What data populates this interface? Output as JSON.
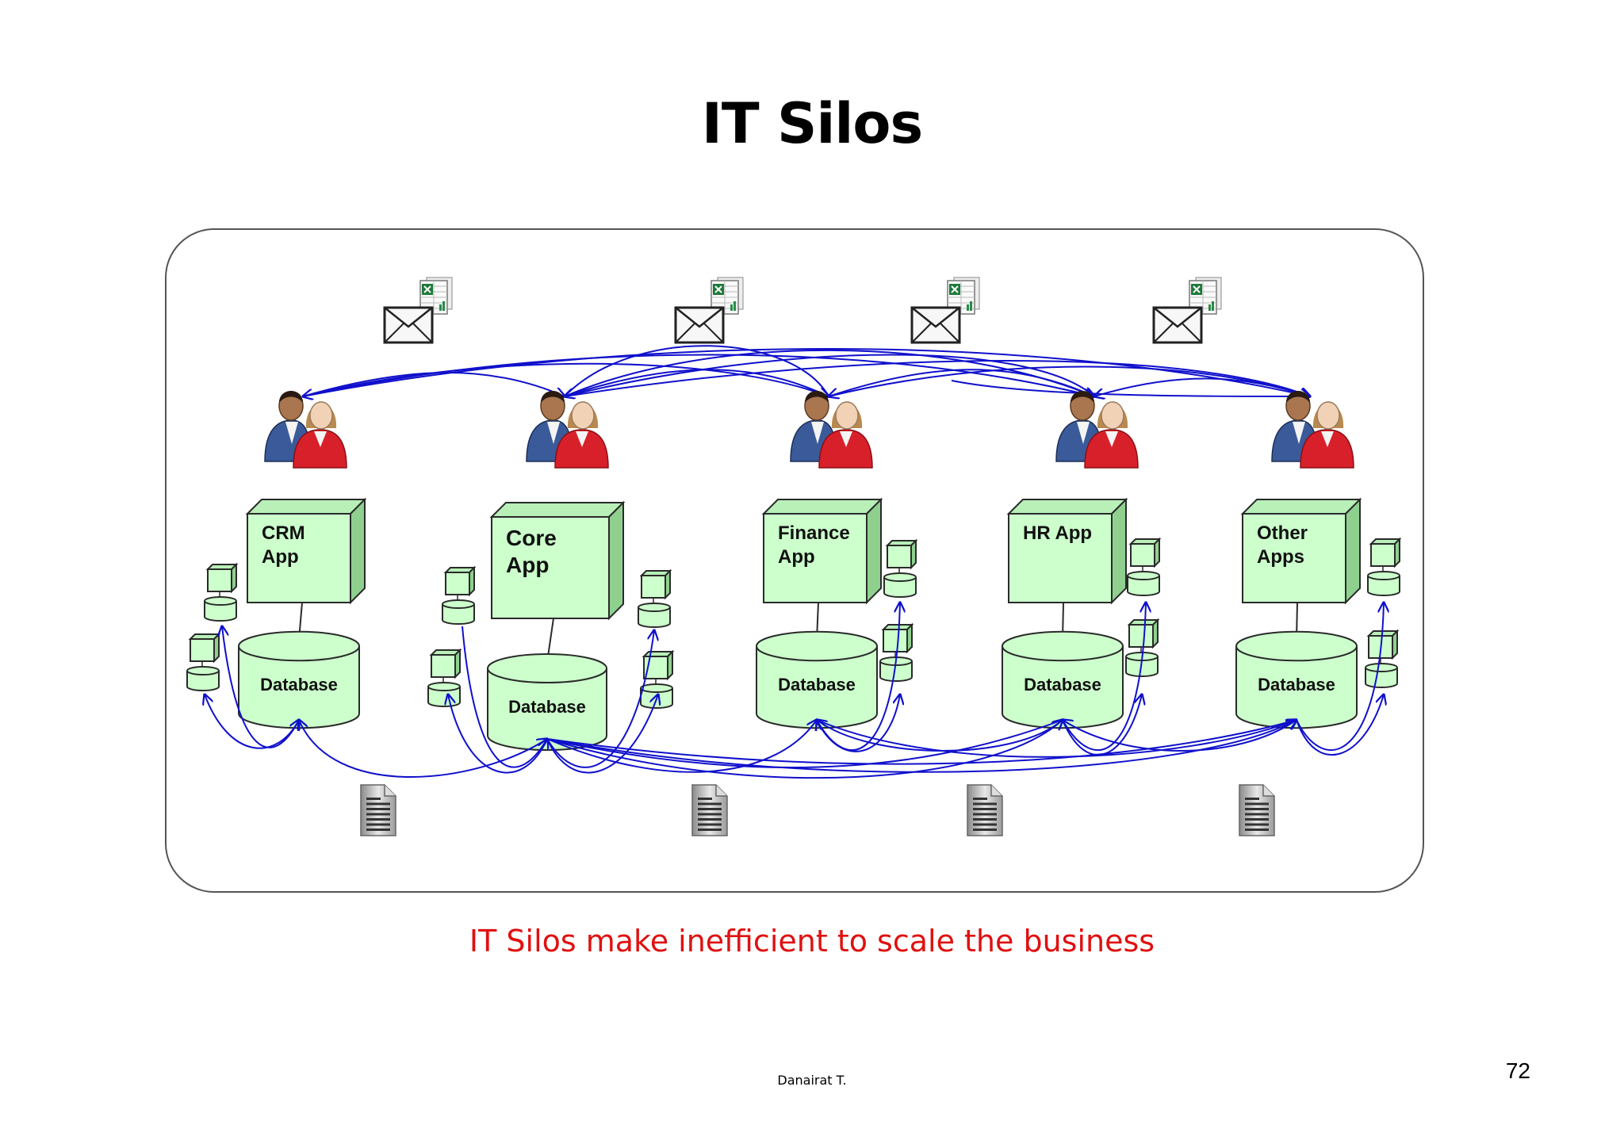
{
  "title": "IT Silos",
  "subtitle": "IT Silos make inefficient to scale the business",
  "author": "Danairat T.",
  "page_number": "72",
  "colors": {
    "box_fill": "#ccffcc",
    "box_stroke": "#2a2a2a",
    "arrow": "#1010cc",
    "subtitle": "#e01010",
    "frame": "#555555"
  },
  "silos": [
    {
      "app_line1": "CRM",
      "app_line2": "App",
      "database": "Database"
    },
    {
      "app_line1": "Core",
      "app_line2": "App",
      "database": "Database"
    },
    {
      "app_line1": "Finance",
      "app_line2": "App",
      "database": "Database"
    },
    {
      "app_line1": "HR App",
      "app_line2": "",
      "database": "Database"
    },
    {
      "app_line1": "Other",
      "app_line2": "Apps",
      "database": "Database"
    }
  ],
  "icons": {
    "email": "envelope-icon",
    "spreadsheet": "excel-spreadsheet-icon",
    "users": "users-icon",
    "document": "document-icon"
  }
}
